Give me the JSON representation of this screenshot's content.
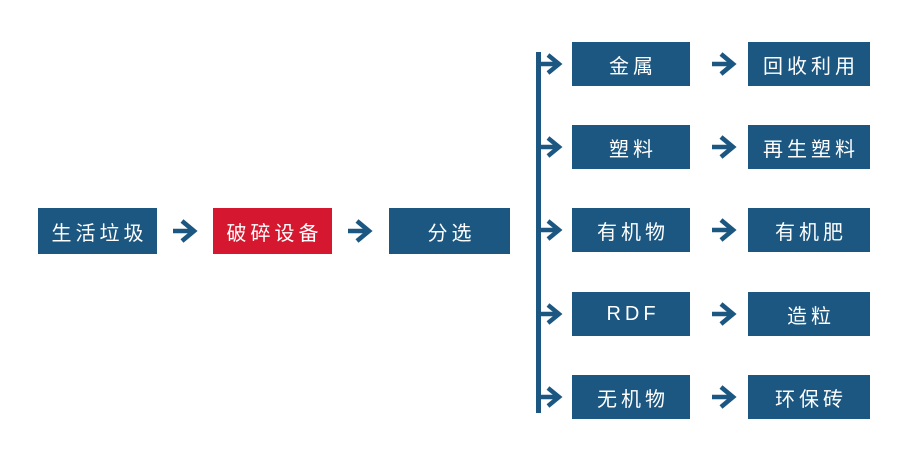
{
  "diagram": {
    "title": "household-waste-processing-flow",
    "colors": {
      "primary_blue": "#1B5781",
      "accent_red": "#D5182F",
      "text": "#FFFFFF",
      "background": "#FFFFFF"
    },
    "main_flow": [
      {
        "label": "生活垃圾",
        "variant": "blue"
      },
      {
        "label": "破碎设备",
        "variant": "red"
      },
      {
        "label": "分选",
        "variant": "blue"
      }
    ],
    "branches": [
      {
        "source": "金属",
        "result": "回收利用"
      },
      {
        "source": "塑料",
        "result": "再生塑料"
      },
      {
        "source": "有机物",
        "result": "有机肥"
      },
      {
        "source": "RDF",
        "result": "造粒"
      },
      {
        "source": "无机物",
        "result": "环保砖"
      }
    ]
  }
}
